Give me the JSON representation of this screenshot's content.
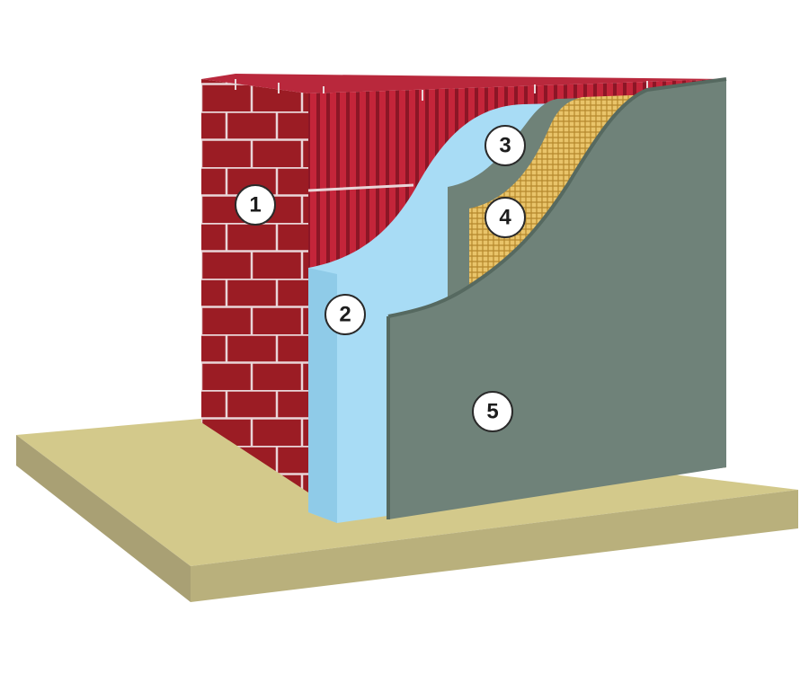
{
  "colors": {
    "background": "#ffffff",
    "base_top": "#d3c98b",
    "base_front": "#a9a074",
    "base_side": "#b9b07c",
    "brick": "#9b1c24",
    "brick_light": "#c4253a",
    "brick_mortar": "#e9d5d8",
    "insulation": "#a8dcf5",
    "insulation_edge": "#8fcbe8",
    "adhesive": "#6f8278",
    "mesh": "#e9c46a",
    "mesh_line": "#b5882c",
    "render": "#6f8279",
    "render_edge": "#566960",
    "callout_fill": "#ffffff",
    "callout_stroke": "#2a2a2a"
  },
  "layers": [
    {
      "id": "brick-wall",
      "label": "1"
    },
    {
      "id": "insulation-board",
      "label": "2"
    },
    {
      "id": "adhesive-base-coat",
      "label": "3"
    },
    {
      "id": "reinforcing-mesh",
      "label": "4"
    },
    {
      "id": "finish-render",
      "label": "5"
    }
  ]
}
